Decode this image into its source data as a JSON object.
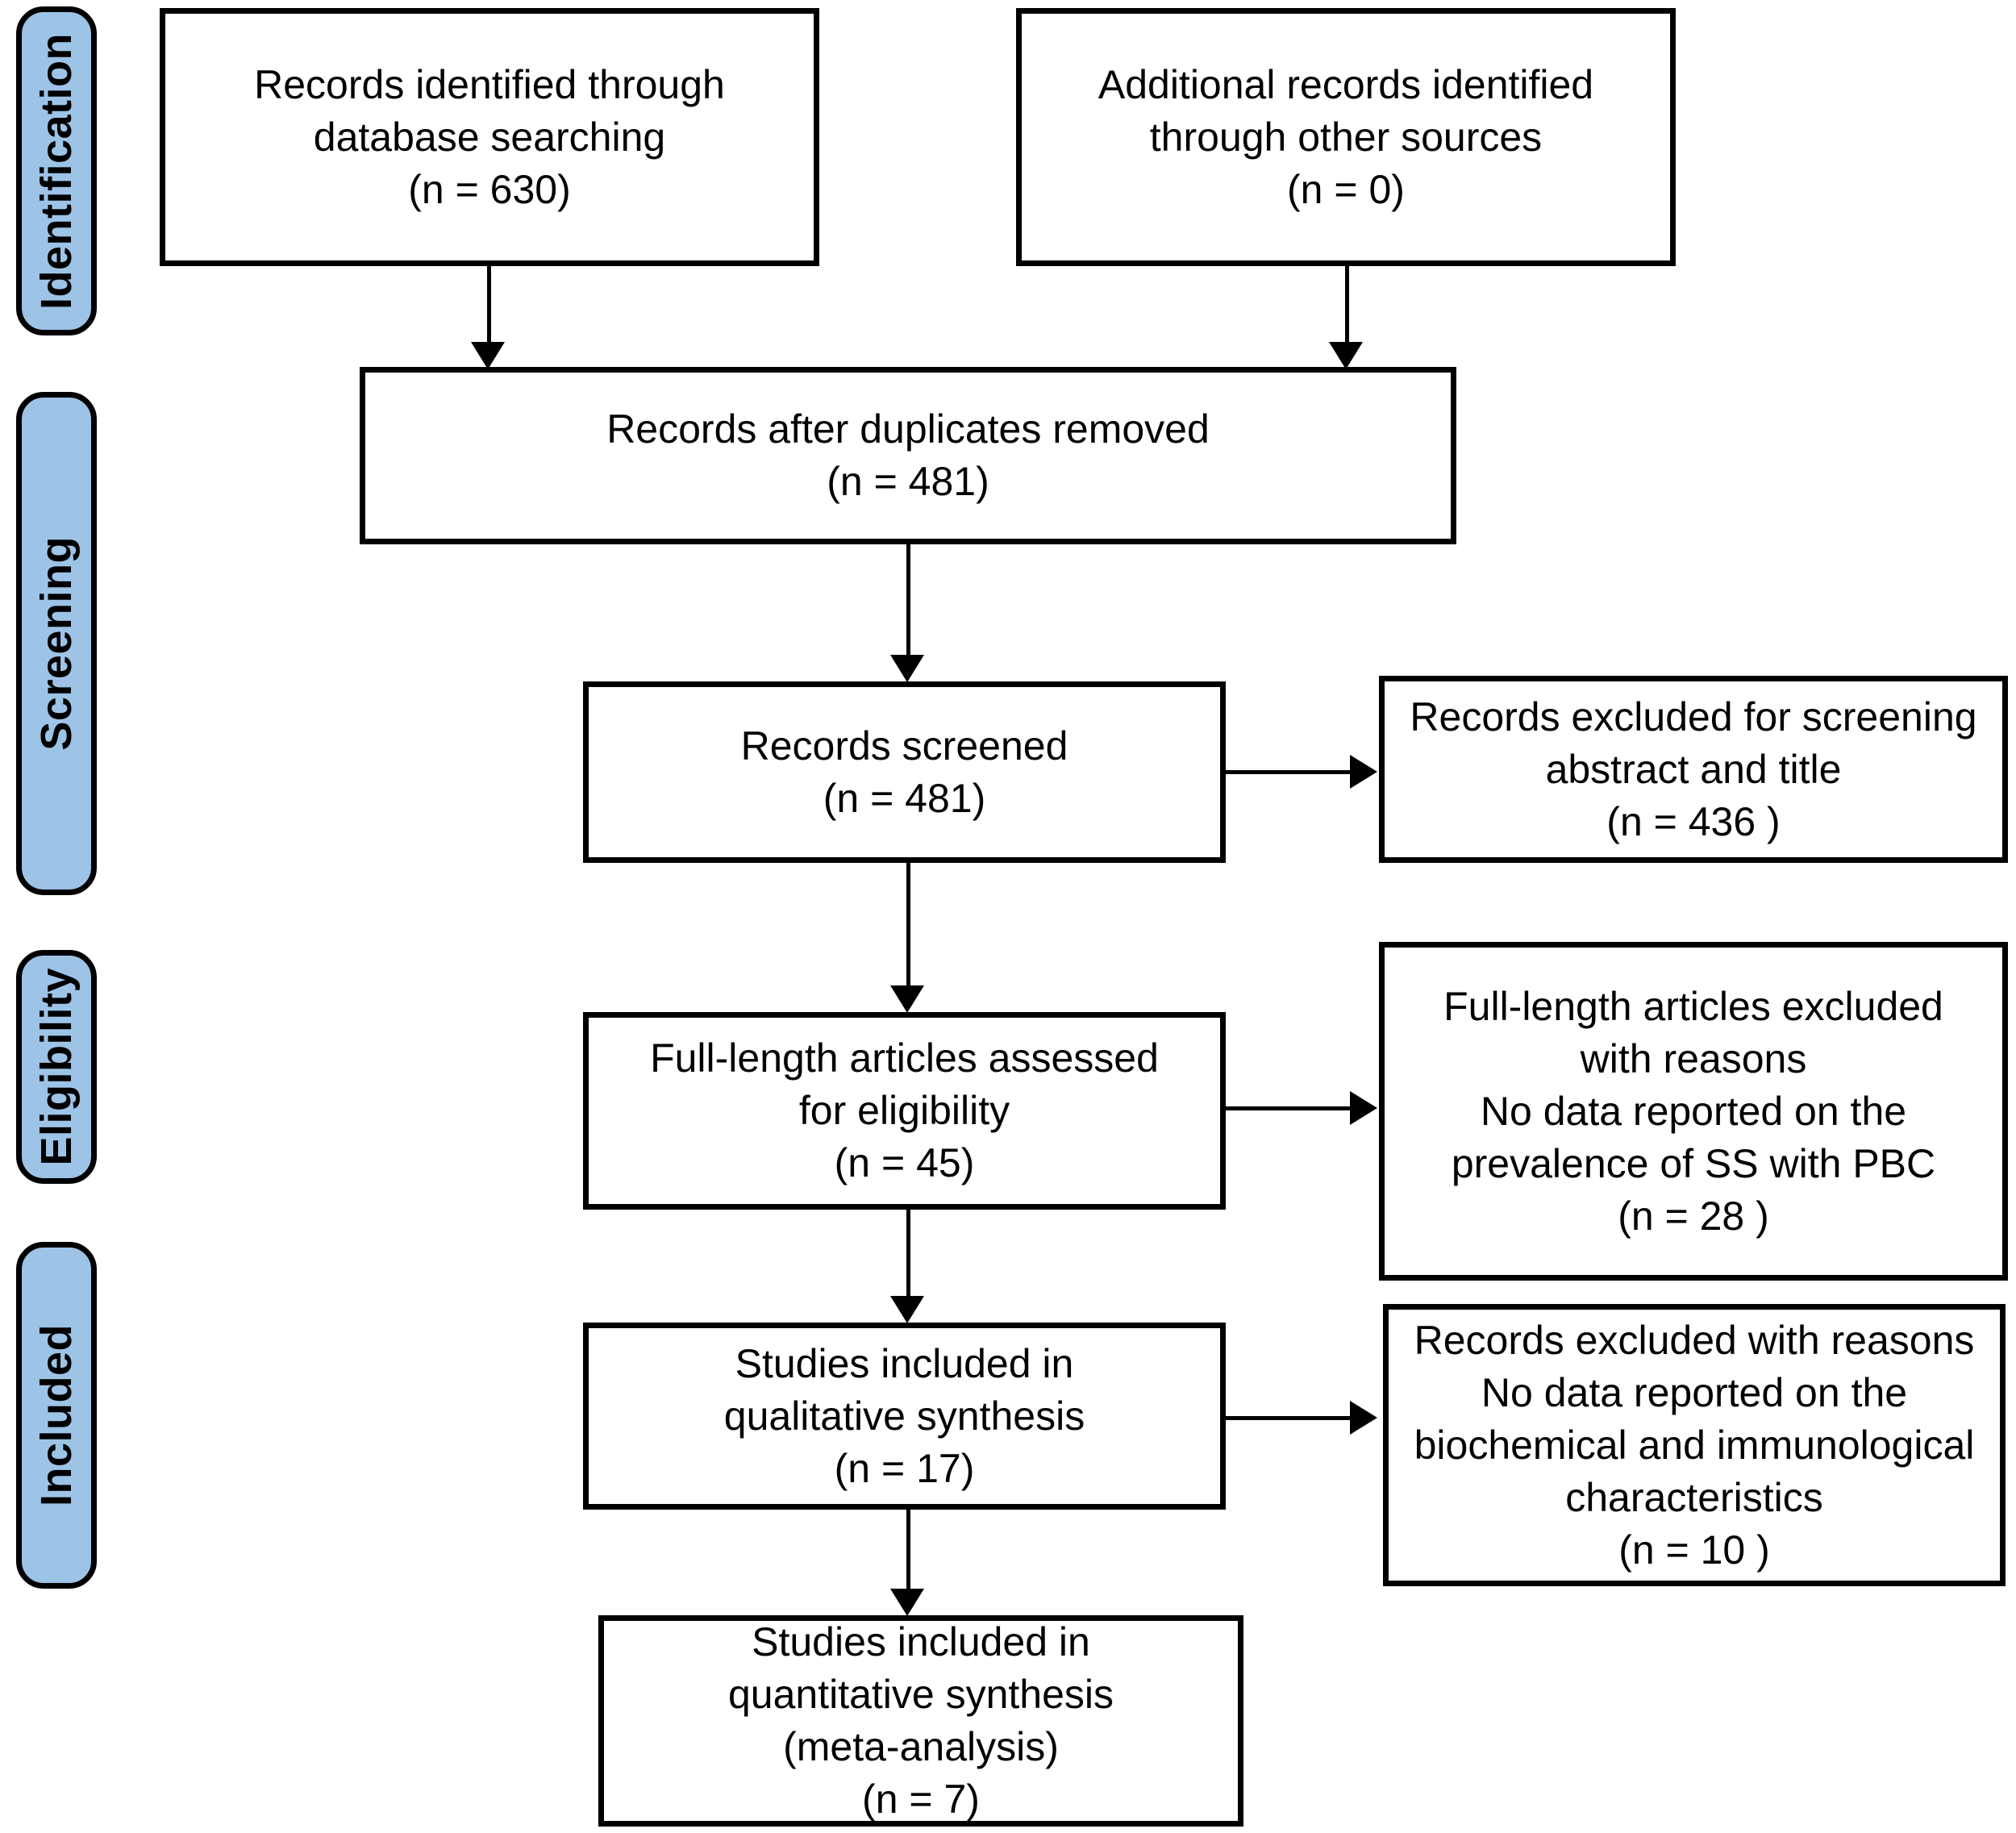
{
  "diagram": {
    "title": "PRISMA flow diagram",
    "accent_color": "#9DC3E6",
    "line_color": "#000000",
    "background_color": "#FFFFFF"
  },
  "stages": [
    {
      "key": "identification",
      "label": "Identification"
    },
    {
      "key": "screening",
      "label": "Screening"
    },
    {
      "key": "eligibility",
      "label": "Eligibility"
    },
    {
      "key": "included",
      "label": "Included"
    }
  ],
  "boxes": {
    "database_searching": {
      "text": "Records identified through\ndatabase searching\n(n = 630)",
      "n": 630
    },
    "other_sources": {
      "text": "Additional records identified\nthrough other sources\n(n = 0)",
      "n": 0
    },
    "duplicates_removed": {
      "text": "Records after duplicates removed\n(n = 481)",
      "n": 481
    },
    "records_screened": {
      "text": "Records screened\n(n = 481)",
      "n": 481
    },
    "records_excluded_screening": {
      "text": "Records excluded for screening\nabstract and title\n(n = 436 )",
      "n": 436
    },
    "full_length_assessed": {
      "text": "Full-length articles assessed\nfor eligibility\n(n = 45)",
      "n": 45
    },
    "full_length_excluded": {
      "text": "Full-length articles excluded\nwith reasons\nNo data reported on the\nprevalence of SS with PBC\n(n = 28 )",
      "n": 28
    },
    "qualitative_synthesis": {
      "text": "Studies included in\nqualitative synthesis\n(n = 17)",
      "n": 17
    },
    "records_excluded_reasons": {
      "text": "Records excluded with reasons\nNo data reported on the\nbiochemical and immunological\ncharacteristics\n(n = 10 )",
      "n": 10
    },
    "quantitative_synthesis": {
      "text": "Studies included in\nquantitative synthesis\n(meta-analysis)\n(n = 7)",
      "n": 7
    }
  },
  "chart_data": {
    "type": "diagram",
    "title": "PRISMA flow diagram",
    "nodes": [
      {
        "id": "database_searching",
        "stage": "Identification",
        "label": "Records identified through database searching",
        "n": 630
      },
      {
        "id": "other_sources",
        "stage": "Identification",
        "label": "Additional records identified through other sources",
        "n": 0
      },
      {
        "id": "duplicates_removed",
        "stage": "Screening",
        "label": "Records after duplicates removed",
        "n": 481
      },
      {
        "id": "records_screened",
        "stage": "Screening",
        "label": "Records screened",
        "n": 481
      },
      {
        "id": "records_excluded_screening",
        "stage": "Screening",
        "label": "Records excluded for screening abstract and title",
        "n": 436
      },
      {
        "id": "full_length_assessed",
        "stage": "Eligibility",
        "label": "Full-length articles assessed for eligibility",
        "n": 45
      },
      {
        "id": "full_length_excluded",
        "stage": "Eligibility",
        "label": "Full-length articles excluded with reasons. No data reported on the prevalence of SS with PBC",
        "n": 28
      },
      {
        "id": "qualitative_synthesis",
        "stage": "Included",
        "label": "Studies included in qualitative synthesis",
        "n": 17
      },
      {
        "id": "records_excluded_reasons",
        "stage": "Included",
        "label": "Records excluded with reasons. No data reported on the biochemical and immunological characteristics",
        "n": 10
      },
      {
        "id": "quantitative_synthesis",
        "stage": "Included",
        "label": "Studies included in quantitative synthesis (meta-analysis)",
        "n": 7
      }
    ],
    "edges": [
      {
        "from": "database_searching",
        "to": "duplicates_removed"
      },
      {
        "from": "other_sources",
        "to": "duplicates_removed"
      },
      {
        "from": "duplicates_removed",
        "to": "records_screened"
      },
      {
        "from": "records_screened",
        "to": "records_excluded_screening"
      },
      {
        "from": "records_screened",
        "to": "full_length_assessed"
      },
      {
        "from": "full_length_assessed",
        "to": "full_length_excluded"
      },
      {
        "from": "full_length_assessed",
        "to": "qualitative_synthesis"
      },
      {
        "from": "qualitative_synthesis",
        "to": "records_excluded_reasons"
      },
      {
        "from": "qualitative_synthesis",
        "to": "quantitative_synthesis"
      }
    ]
  }
}
